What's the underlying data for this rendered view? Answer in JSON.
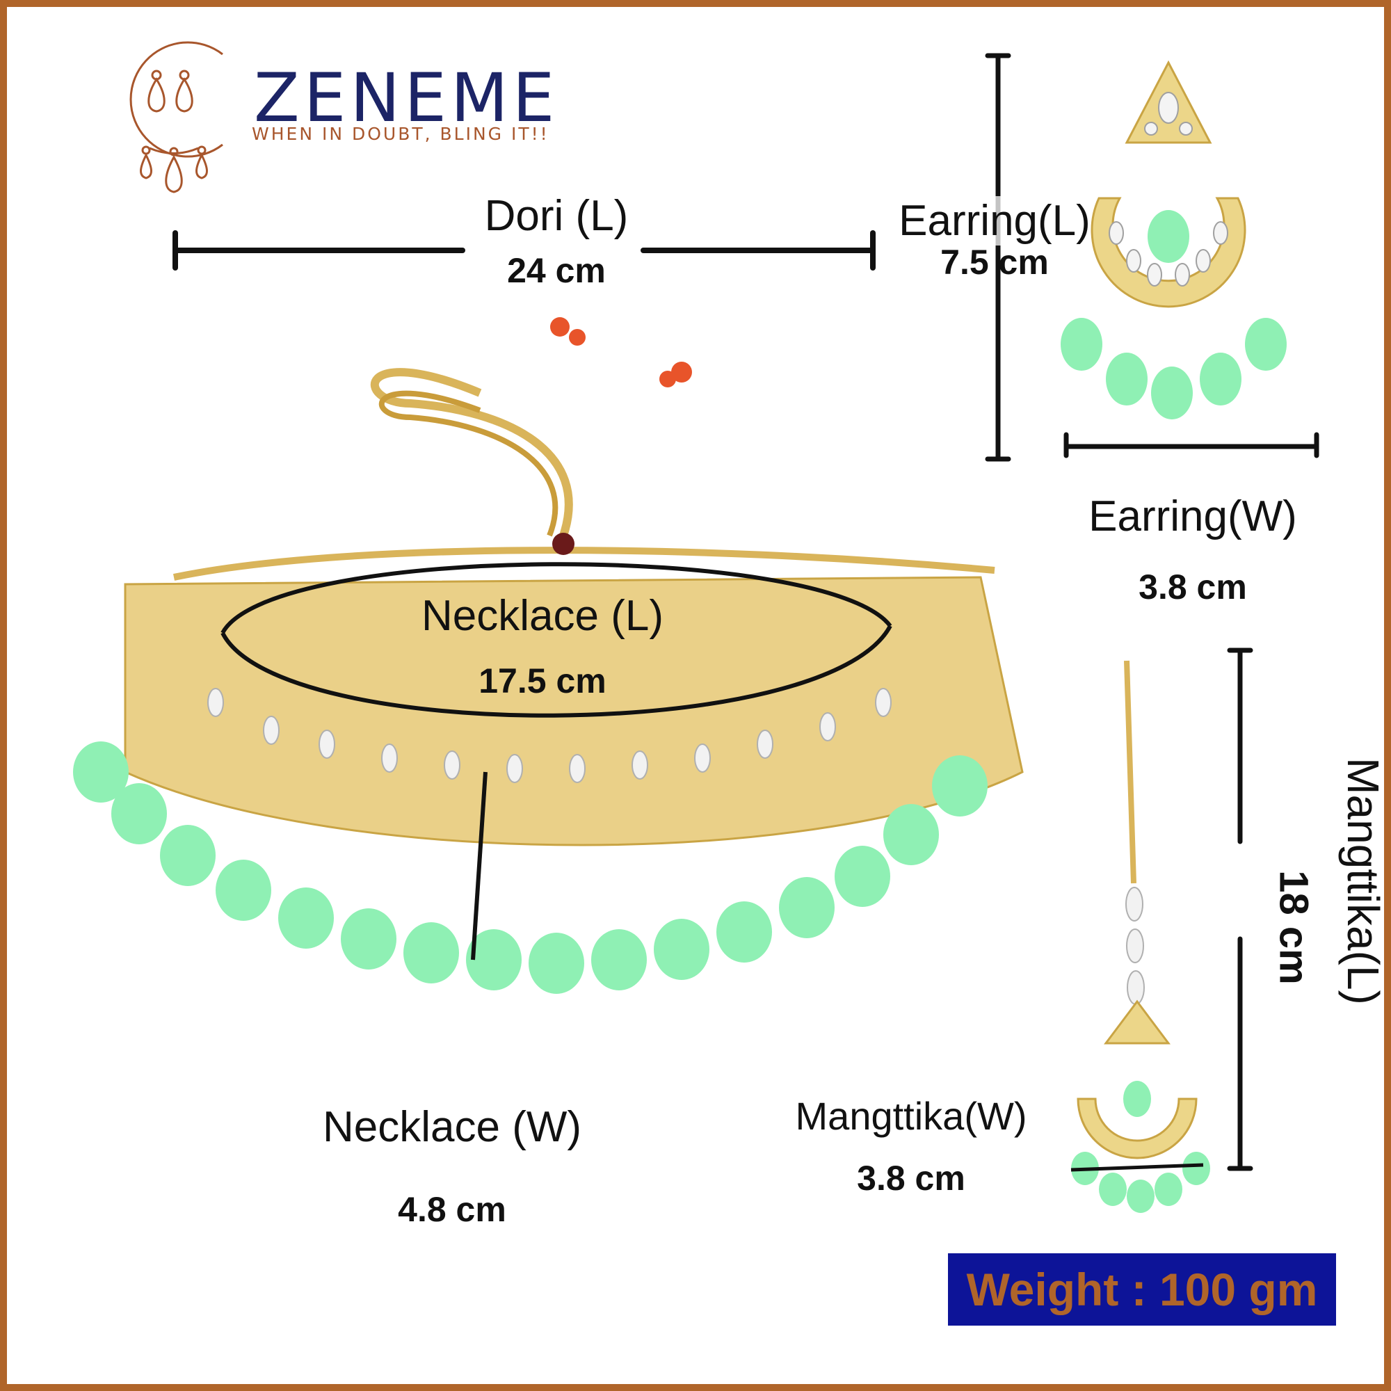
{
  "brand": {
    "name": "ZENEME",
    "tagline": "WHEN IN DOUBT, BLING IT!!"
  },
  "dimensions": {
    "dori": {
      "label": "Dori (L)",
      "value": "24 cm"
    },
    "earring_length": {
      "label": "Earring(L)",
      "value": "7.5 cm"
    },
    "earring_width": {
      "label": "Earring(W)",
      "value": "3.8 cm"
    },
    "necklace_length": {
      "label": "Necklace (L)",
      "value": "17.5 cm"
    },
    "necklace_width": {
      "label": "Necklace (W)",
      "value": "4.8 cm"
    },
    "mangttika_width": {
      "label": "Mangttika(W)",
      "value": "3.8 cm"
    },
    "mangttika_length": {
      "label": "Mangttika(L)",
      "value": "18 cm"
    }
  },
  "weight": {
    "text": "Weight : 100 gm"
  },
  "colors": {
    "border": "#b0652a",
    "brand_blue": "#1c2466",
    "gold": "#e3c56a",
    "bead_green": "#8ff0b4",
    "weight_box": "#0d1498"
  },
  "icons": {
    "logo": "earring-drops-logo-icon"
  }
}
